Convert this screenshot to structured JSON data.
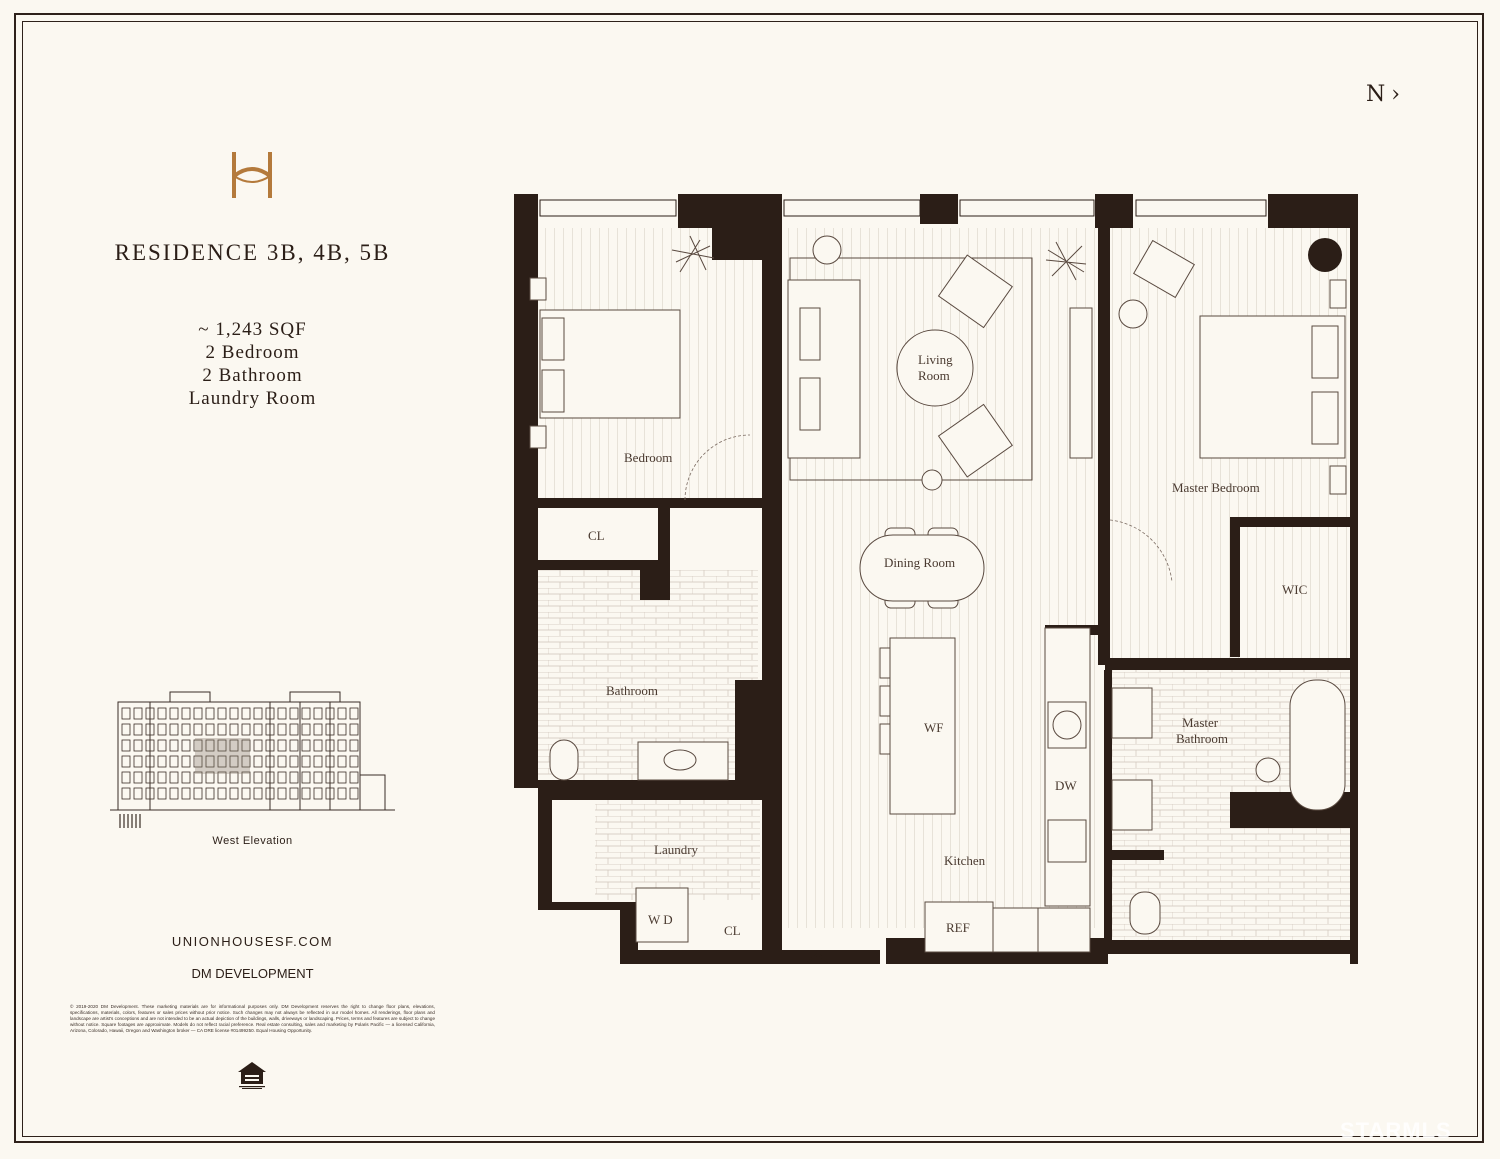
{
  "compass": {
    "label": "N"
  },
  "brand": {
    "logo_icon": "h-monogram-icon",
    "accent": "#b47a3c"
  },
  "residence": {
    "title": "RESIDENCE 3B, 4B, 5B",
    "area": "~ 1,243 SQF",
    "bedrooms": "2 Bedroom",
    "bathrooms": "2 Bathroom",
    "extra": "Laundry Room"
  },
  "elevation": {
    "label": "West Elevation"
  },
  "footer": {
    "website": "UNIONHOUSESF.COM",
    "developer": "DM DEVELOPMENT",
    "disclaimer": "© 2019-2020 DM Development. These marketing materials are for informational purposes only. DM Development reserves the right to change floor plans, elevations, specifications, materials, colors, features or sales prices without prior notice. Such changes may not always be reflected in our model homes. All renderings, floor plans and landscape are artist's conceptions and are not intended to be an actual depiction of the buildings, walls, driveways or landscaping. Prices, terms and features are subject to change without notice. Square footages are approximate. Models do not reflect racial preference. Real estate consulting, sales and marketing by Polaris Pacific — a licensed California, Arizona, Colorado, Hawaii, Oregon and Washington broker — CA DRE license #01499250. Equal Housing Opportunity.",
    "eho_icon": "equal-housing-icon"
  },
  "rooms": {
    "bedroom": "Bedroom",
    "closet_1": "CL",
    "bathroom": "Bathroom",
    "laundry": "Laundry",
    "washer_dryer": "W D",
    "closet_2": "CL",
    "living_1": "Living",
    "living_2": "Room",
    "dining": "Dining Room",
    "wine_fridge": "WF",
    "dishwasher": "DW",
    "kitchen": "Kitchen",
    "refrigerator": "REF",
    "master_bedroom": "Master Bedroom",
    "walk_in_closet": "WIC",
    "master_bath_1": "Master",
    "master_bath_2": "Bathroom"
  },
  "watermark": "STARMLS"
}
